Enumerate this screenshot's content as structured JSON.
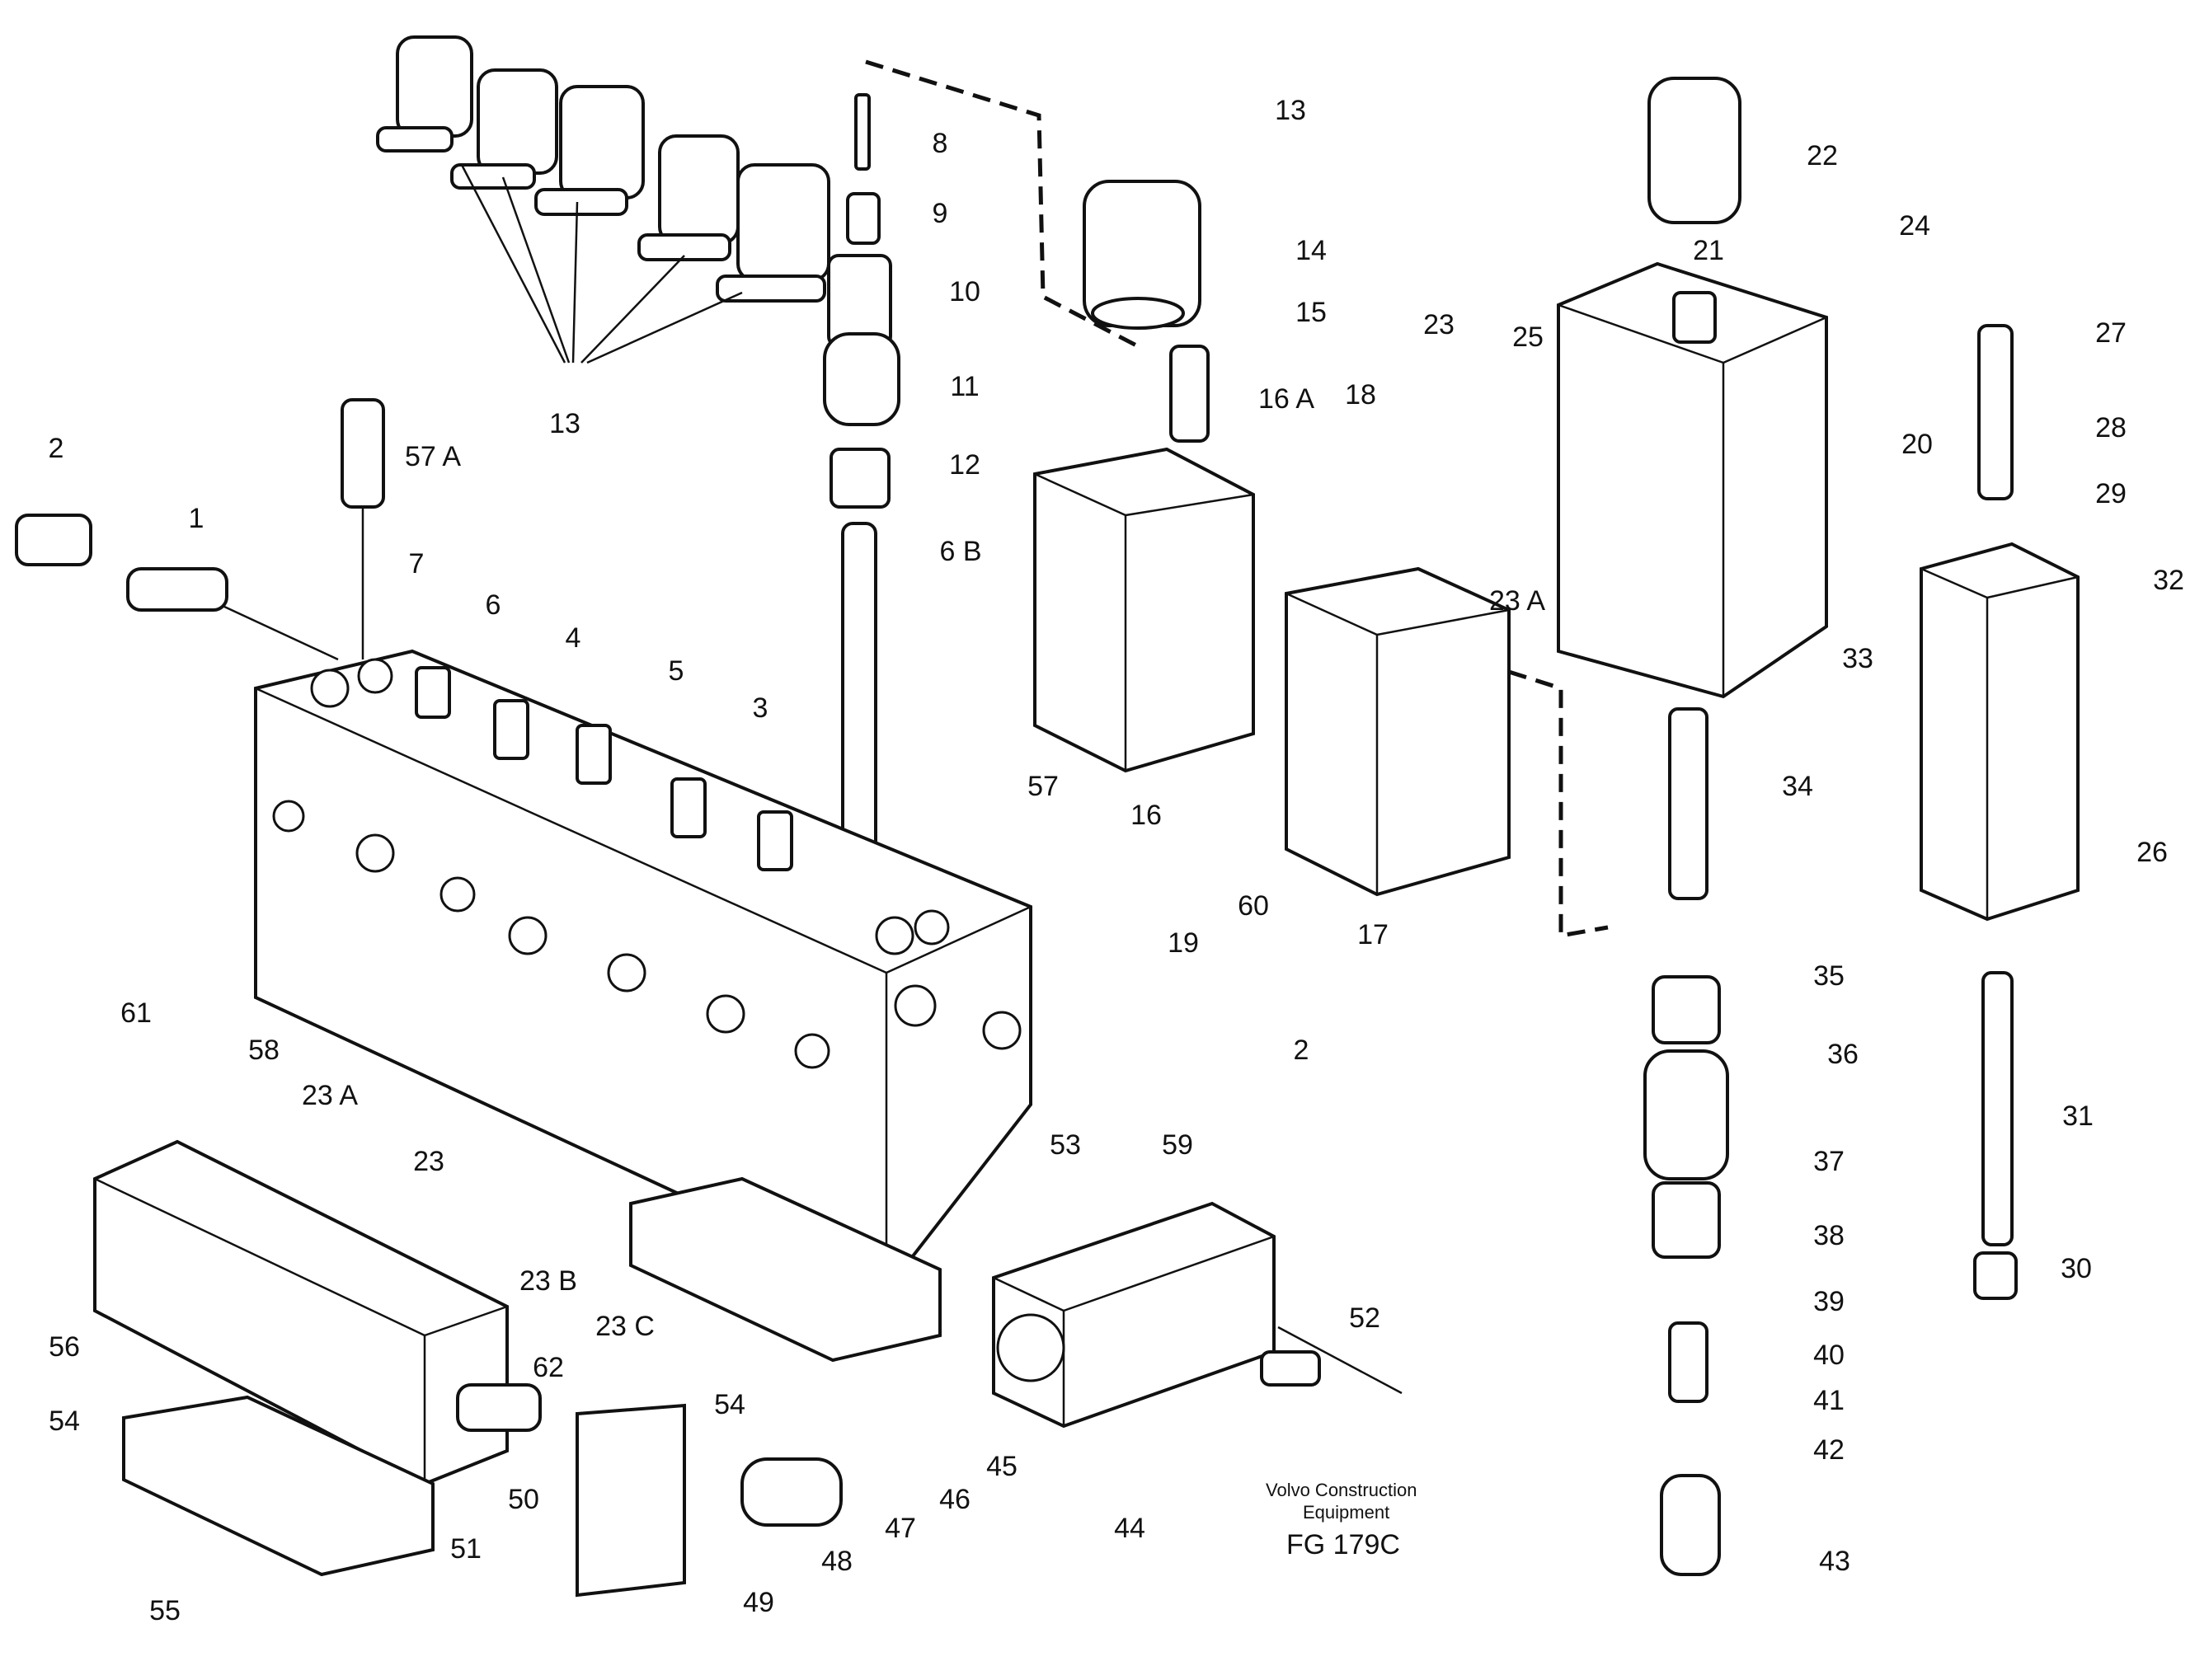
{
  "title_block": {
    "line1": "Volvo Construction",
    "line2": "Equipment",
    "code": "FG 179C"
  },
  "callouts": [
    {
      "id": "c-2a",
      "text": "2"
    },
    {
      "id": "c-1",
      "text": "1"
    },
    {
      "id": "c-57a",
      "text": "57 A"
    },
    {
      "id": "c-7",
      "text": "7"
    },
    {
      "id": "c-6",
      "text": "6"
    },
    {
      "id": "c-4",
      "text": "4"
    },
    {
      "id": "c-5",
      "text": "5"
    },
    {
      "id": "c-3",
      "text": "3"
    },
    {
      "id": "c-61",
      "text": "61"
    },
    {
      "id": "c-58",
      "text": "58"
    },
    {
      "id": "c-23a-l",
      "text": "23 A"
    },
    {
      "id": "c-23-l",
      "text": "23"
    },
    {
      "id": "c-23b",
      "text": "23 B"
    },
    {
      "id": "c-23c",
      "text": "23 C"
    },
    {
      "id": "c-56",
      "text": "56"
    },
    {
      "id": "c-54a",
      "text": "54"
    },
    {
      "id": "c-54b",
      "text": "54"
    },
    {
      "id": "c-55",
      "text": "55"
    },
    {
      "id": "c-62",
      "text": "62"
    },
    {
      "id": "c-50",
      "text": "50"
    },
    {
      "id": "c-51",
      "text": "51"
    },
    {
      "id": "c-49",
      "text": "49"
    },
    {
      "id": "c-48",
      "text": "48"
    },
    {
      "id": "c-47",
      "text": "47"
    },
    {
      "id": "c-46",
      "text": "46"
    },
    {
      "id": "c-45",
      "text": "45"
    },
    {
      "id": "c-44",
      "text": "44"
    },
    {
      "id": "c-52",
      "text": "52"
    },
    {
      "id": "c-53",
      "text": "53"
    },
    {
      "id": "c-59",
      "text": "59"
    },
    {
      "id": "c-60",
      "text": "60"
    },
    {
      "id": "c-2b",
      "text": "2"
    },
    {
      "id": "c-19",
      "text": "19"
    },
    {
      "id": "c-17",
      "text": "17"
    },
    {
      "id": "c-16",
      "text": "16"
    },
    {
      "id": "c-57",
      "text": "57"
    },
    {
      "id": "c-6b",
      "text": "6 B"
    },
    {
      "id": "c-12",
      "text": "12"
    },
    {
      "id": "c-11",
      "text": "11"
    },
    {
      "id": "c-10",
      "text": "10"
    },
    {
      "id": "c-9",
      "text": "9"
    },
    {
      "id": "c-8",
      "text": "8"
    },
    {
      "id": "c-13a",
      "text": "13"
    },
    {
      "id": "c-13b",
      "text": "13"
    },
    {
      "id": "c-14",
      "text": "14"
    },
    {
      "id": "c-15",
      "text": "15"
    },
    {
      "id": "c-16a",
      "text": "16 A"
    },
    {
      "id": "c-18",
      "text": "18"
    },
    {
      "id": "c-23-r",
      "text": "23"
    },
    {
      "id": "c-23a-r",
      "text": "23 A"
    },
    {
      "id": "c-25",
      "text": "25"
    },
    {
      "id": "c-22",
      "text": "22"
    },
    {
      "id": "c-21",
      "text": "21"
    },
    {
      "id": "c-24",
      "text": "24"
    },
    {
      "id": "c-20",
      "text": "20"
    },
    {
      "id": "c-27",
      "text": "27"
    },
    {
      "id": "c-28",
      "text": "28"
    },
    {
      "id": "c-29",
      "text": "29"
    },
    {
      "id": "c-32",
      "text": "32"
    },
    {
      "id": "c-33",
      "text": "33"
    },
    {
      "id": "c-34",
      "text": "34"
    },
    {
      "id": "c-26",
      "text": "26"
    },
    {
      "id": "c-35",
      "text": "35"
    },
    {
      "id": "c-36",
      "text": "36"
    },
    {
      "id": "c-37",
      "text": "37"
    },
    {
      "id": "c-38",
      "text": "38"
    },
    {
      "id": "c-39",
      "text": "39"
    },
    {
      "id": "c-40",
      "text": "40"
    },
    {
      "id": "c-41",
      "text": "41"
    },
    {
      "id": "c-42",
      "text": "42"
    },
    {
      "id": "c-43",
      "text": "43"
    },
    {
      "id": "c-31",
      "text": "31"
    },
    {
      "id": "c-30",
      "text": "30"
    }
  ]
}
